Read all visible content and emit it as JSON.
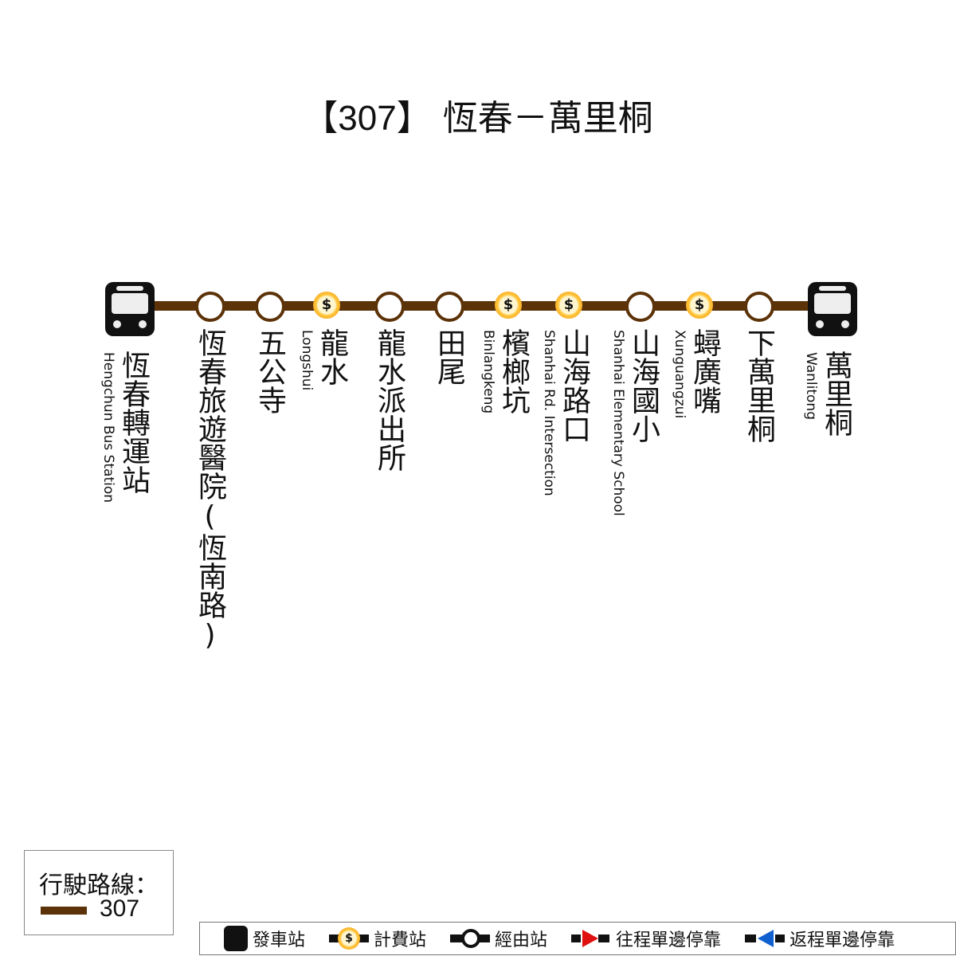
{
  "title": {
    "bracket_open": "【",
    "route": "307",
    "bracket_close": "】",
    "name": "恆春－萬里桐"
  },
  "line_color": "#5c3208",
  "stations": [
    {
      "zh": "恆春轉運站",
      "en": "Hengchun Bus Station",
      "type": "terminal"
    },
    {
      "zh": "恆春旅遊醫院(恆南路)",
      "en": "",
      "type": "stop"
    },
    {
      "zh": "五公寺",
      "en": "",
      "type": "stop"
    },
    {
      "zh": "龍水",
      "en": "Longshui",
      "type": "fare"
    },
    {
      "zh": "龍水派出所",
      "en": "",
      "type": "stop"
    },
    {
      "zh": "田尾",
      "en": "",
      "type": "stop"
    },
    {
      "zh": "檳榔坑",
      "en": "Binlangkeng",
      "type": "fare"
    },
    {
      "zh": "山海路口",
      "en": "Shanhai Rd. Intersection",
      "type": "fare"
    },
    {
      "zh": "山海國小",
      "en": "Shanhai Elementary School",
      "type": "stop"
    },
    {
      "zh": "蟳廣嘴",
      "en": "Xunguangzui",
      "type": "fare"
    },
    {
      "zh": "下萬里桐",
      "en": "",
      "type": "stop"
    },
    {
      "zh": "萬里桐",
      "en": "Wanlitong",
      "type": "terminal"
    }
  ],
  "fare_symbol": "$",
  "route_legend": {
    "title": "行駛路線：",
    "route": "307"
  },
  "key": {
    "terminal": "發車站",
    "fare": "計費站",
    "stop": "經由站",
    "outbound": "往程單邊停靠",
    "inbound": "返程單邊停靠"
  }
}
